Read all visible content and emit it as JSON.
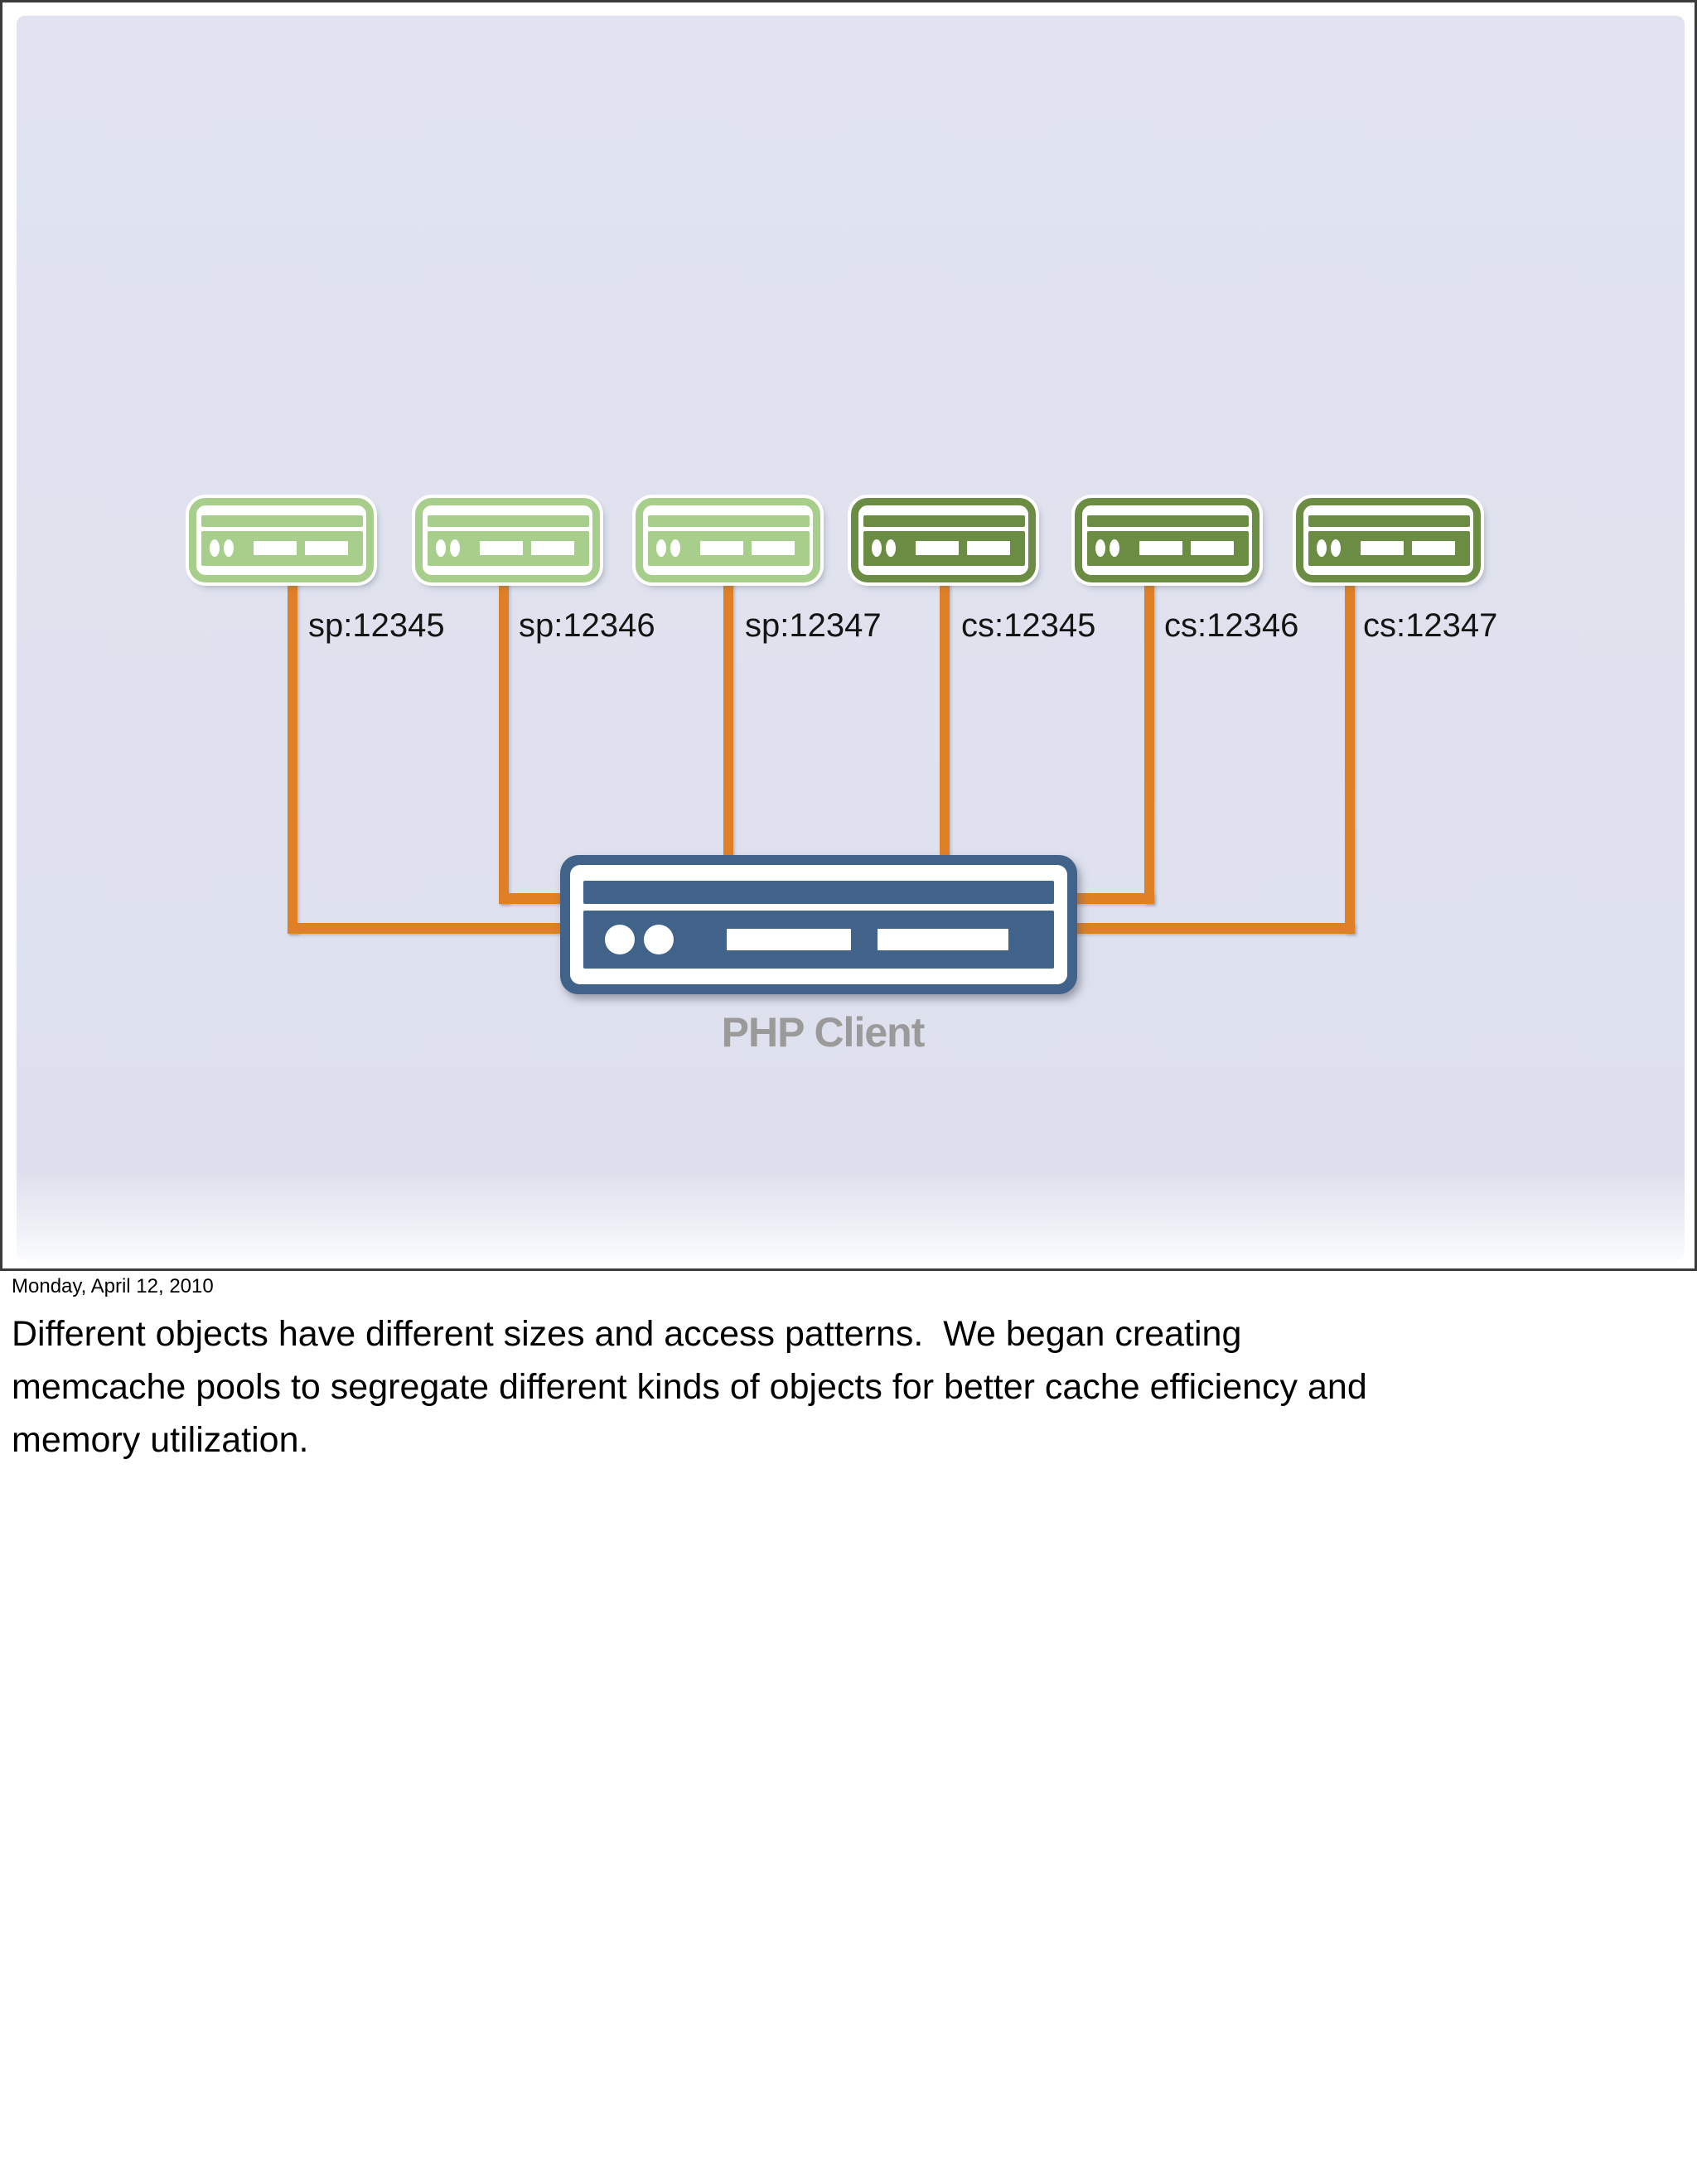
{
  "slide": {
    "servers": [
      {
        "label": "sp:12345",
        "pool": "sp"
      },
      {
        "label": "sp:12346",
        "pool": "sp"
      },
      {
        "label": "sp:12347",
        "pool": "sp"
      },
      {
        "label": "cs:12345",
        "pool": "cs"
      },
      {
        "label": "cs:12346",
        "pool": "cs"
      },
      {
        "label": "cs:12347",
        "pool": "cs"
      }
    ],
    "client_label": "PHP Client",
    "colors": {
      "sp_pool": "#a7ce8b",
      "cs_pool": "#6b8d43",
      "client": "#41638a",
      "wire": "#df8026",
      "slide_background": "#dfe2ee",
      "client_label_gray": "#9a9a9a"
    }
  },
  "footer": {
    "date": "Monday, April 12, 2010",
    "notes": {
      "line1": "Different objects have different sizes and access patterns.  We began creating",
      "line2": "memcache pools to segregate different kinds of objects for better cache efficiency and",
      "line3": "memory utilization."
    }
  }
}
